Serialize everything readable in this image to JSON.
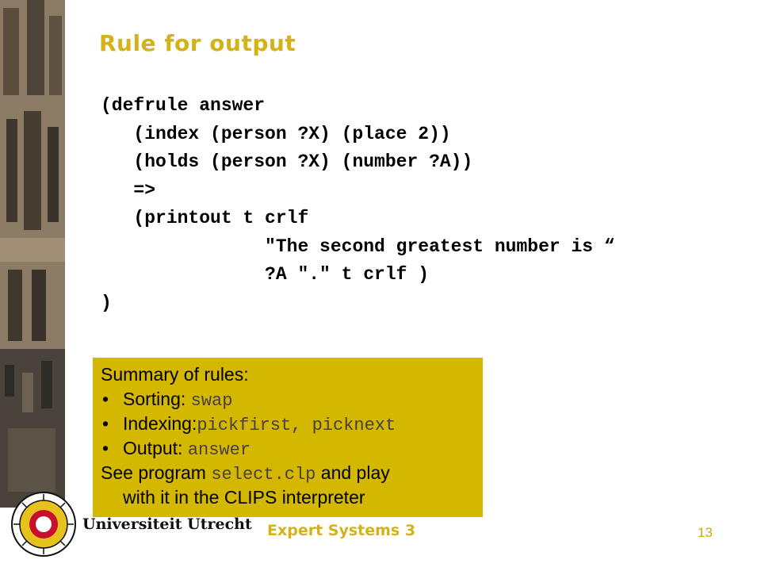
{
  "slide": {
    "title": "Rule for output",
    "code_lines": [
      "(defrule answer",
      "   (index (person ?X) (place 2))",
      "   (holds (person ?X) (number ?A))",
      "   =>",
      "   (printout t crlf",
      "               \"The second greatest number is “",
      "               ?A \".\" t crlf )",
      ")"
    ]
  },
  "summary": {
    "heading": "Summary of rules:",
    "bullets": [
      {
        "label": "Sorting: ",
        "code": "swap"
      },
      {
        "label": "Indexing:",
        "code": "pickfirst, picknext"
      },
      {
        "label": "Output: ",
        "code": "answer"
      }
    ],
    "footer_prefix": "See program ",
    "footer_code": "select.clp",
    "footer_suffix": " and play",
    "footer_line2": "with it in the CLIPS interpreter"
  },
  "footer": {
    "university": "Universiteit Utrecht",
    "course": "Expert Systems 3",
    "page_number": "13"
  },
  "colors": {
    "title": "#d4b21a",
    "summary_background": "#d4b800",
    "text": "#000000"
  },
  "icons": [
    "cathedral-photo",
    "university-seal-icon"
  ]
}
